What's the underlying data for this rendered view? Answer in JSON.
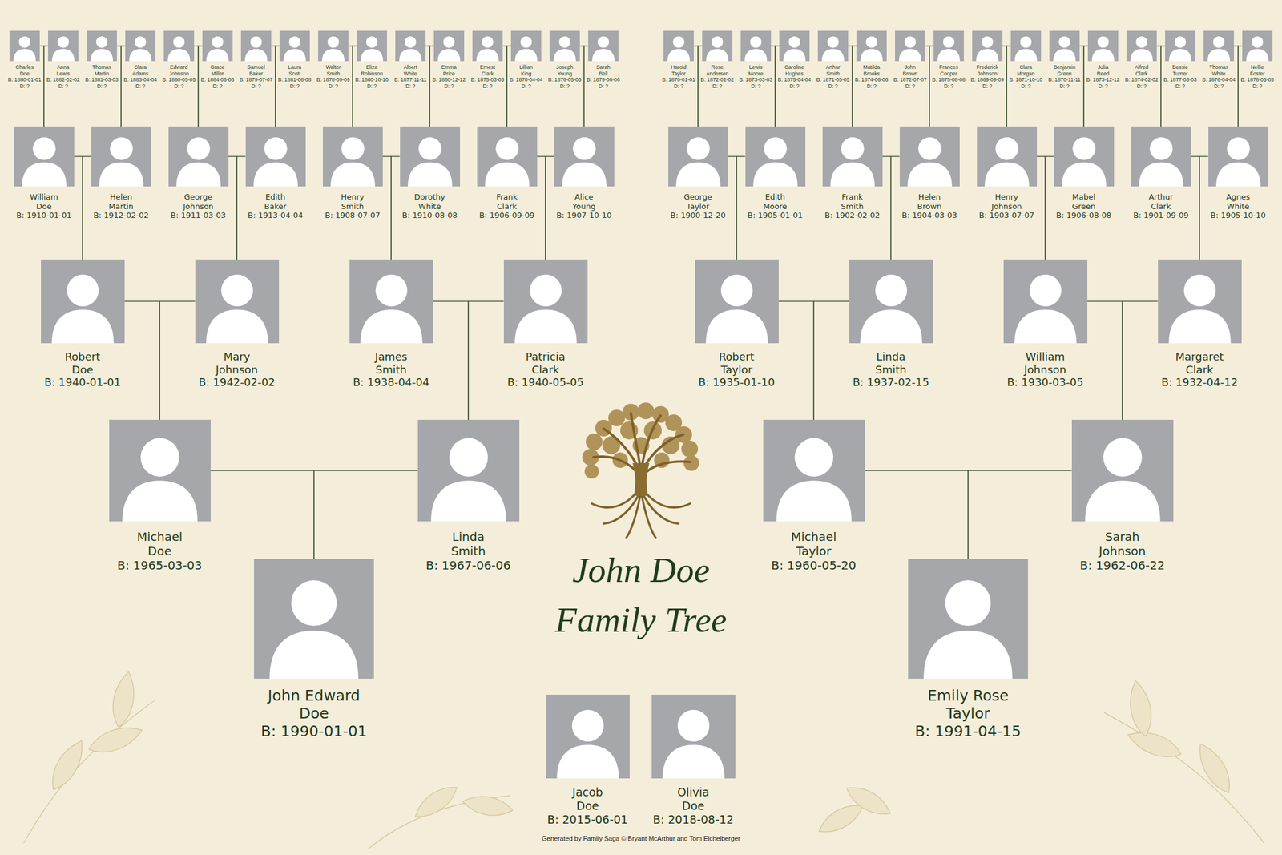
{
  "diagram": {
    "title": "John Doe Family Tree",
    "caption": "Generated by Family Saga © Bryant McArthur and Tom Eichelberger",
    "nodes": [
      {
        "text": [
          "Charles Doe",
          "B: 1880-01-01",
          "D: ?"
        ]
      },
      {
        "text": [
          "Anna Lewis",
          "B: 1882-02-02",
          "D: ?"
        ]
      },
      {
        "text": [
          "Thomas Martin",
          "B: 1881-03-03",
          "D: ?"
        ]
      },
      {
        "text": [
          "Clara Adams",
          "B: 1883-04-04",
          "D: ?"
        ]
      },
      {
        "text": [
          "Edward Johnson",
          "B: 1880-05-05",
          "D: ?"
        ]
      },
      {
        "text": [
          "Grace Miller",
          "B: 1884-06-06",
          "D: ?"
        ]
      },
      {
        "text": [
          "Samuel Baker",
          "B: 1879-07-07",
          "D: ?"
        ]
      },
      {
        "text": [
          "Laura Scott",
          "B: 1881-08-08",
          "D: ?"
        ]
      },
      {
        "text": [
          "Walter Smith",
          "B: 1878-09-09",
          "D: ?"
        ]
      },
      {
        "text": [
          "Eliza Robinson",
          "B: 1880-10-10",
          "D: ?"
        ]
      },
      {
        "text": [
          "Albert White",
          "B: 1877-11-11",
          "D: ?"
        ]
      },
      {
        "text": [
          "Emma Price",
          "B: 1880-12-12",
          "D: ?"
        ]
      },
      {
        "text": [
          "Ernest Clark",
          "B: 1875-03-03",
          "D: ?"
        ]
      },
      {
        "text": [
          "Lillian King",
          "B: 1878-04-04",
          "D: ?"
        ]
      },
      {
        "text": [
          "Joseph Young",
          "B: 1876-05-05",
          "D: ?"
        ]
      },
      {
        "text": [
          "Sarah Bell",
          "B: 1879-06-06",
          "D: ?"
        ]
      },
      {
        "text": [
          "Harold Taylor",
          "B: 1870-01-01",
          "D: ?"
        ]
      },
      {
        "text": [
          "Rose Anderson",
          "B: 1872-02-02",
          "D: ?"
        ]
      },
      {
        "text": [
          "Lewis Moore",
          "B: 1873-03-03",
          "D: ?"
        ]
      },
      {
        "text": [
          "Caroline Hughes",
          "B: 1875-04-04",
          "D: ?"
        ]
      },
      {
        "text": [
          "Arthur Smith",
          "B: 1871-05-05",
          "D: ?"
        ]
      },
      {
        "text": [
          "Matilda Brooks",
          "B: 1874-06-06",
          "D: ?"
        ]
      },
      {
        "text": [
          "John Brown",
          "B: 1872-07-07",
          "D: ?"
        ]
      },
      {
        "text": [
          "Frances Cooper",
          "B: 1875-08-08",
          "D: ?"
        ]
      },
      {
        "text": [
          "Frederick Johnson",
          "B: 1869-09-09",
          "D: ?"
        ]
      },
      {
        "text": [
          "Clara Morgan",
          "B: 1871-10-10",
          "D: ?"
        ]
      },
      {
        "text": [
          "Benjamin Green",
          "B: 1870-11-11",
          "D: ?"
        ]
      },
      {
        "text": [
          "Julia Reed",
          "B: 1873-12-12",
          "D: ?"
        ]
      },
      {
        "text": [
          "Alfred Clark",
          "B: 1874-02-02",
          "D: ?"
        ]
      },
      {
        "text": [
          "Bessie Turner",
          "B: 1877-03-03",
          "D: ?"
        ]
      },
      {
        "text": [
          "Thomas White",
          "B: 1876-04-04",
          "D: ?"
        ]
      },
      {
        "text": [
          "Nellie Foster",
          "B: 1878-05-05",
          "D: ?"
        ]
      },
      {
        "text": [
          "William Doe",
          "B: 1910-01-01"
        ]
      },
      {
        "text": [
          "Helen Martin",
          "B: 1912-02-02"
        ]
      },
      {
        "text": [
          "George Johnson",
          "B: 1911-03-03"
        ]
      },
      {
        "text": [
          "Edith Baker",
          "B: 1913-04-04"
        ]
      },
      {
        "text": [
          "Henry Smith",
          "B: 1908-07-07"
        ]
      },
      {
        "text": [
          "Dorothy White",
          "B: 1910-08-08"
        ]
      },
      {
        "text": [
          "Frank Clark",
          "B: 1906-09-09"
        ]
      },
      {
        "text": [
          "Alice Young",
          "B: 1907-10-10"
        ]
      },
      {
        "text": [
          "George Taylor",
          "B: 1900-12-20"
        ]
      },
      {
        "text": [
          "Edith Moore",
          "B: 1905-01-01"
        ]
      },
      {
        "text": [
          "Frank Smith",
          "B: 1902-02-02"
        ]
      },
      {
        "text": [
          "Helen Brown",
          "B: 1904-03-03"
        ]
      },
      {
        "text": [
          "Henry Johnson",
          "B: 1903-07-07"
        ]
      },
      {
        "text": [
          "Mabel Green",
          "B: 1906-08-08"
        ]
      },
      {
        "text": [
          "Arthur Clark",
          "B: 1901-09-09"
        ]
      },
      {
        "text": [
          "Agnes White",
          "B: 1905-10-10"
        ]
      },
      {
        "text": [
          "Robert Doe",
          "B: 1940-01-01"
        ]
      },
      {
        "text": [
          "Mary Johnson",
          "B: 1942-02-02"
        ]
      },
      {
        "text": [
          "James Smith",
          "B: 1938-04-04"
        ]
      },
      {
        "text": [
          "Patricia Clark",
          "B: 1940-05-05"
        ]
      },
      {
        "text": [
          "Robert Taylor",
          "B: 1935-01-10"
        ]
      },
      {
        "text": [
          "Linda Smith",
          "B: 1937-02-15"
        ]
      },
      {
        "text": [
          "William Johnson",
          "B: 1930-03-05"
        ]
      },
      {
        "text": [
          "Margaret Clark",
          "B: 1932-04-12"
        ]
      },
      {
        "text": [
          "Michael Doe",
          "B: 1965-03-03"
        ]
      },
      {
        "text": [
          "Linda Smith",
          "B: 1967-06-06"
        ]
      },
      {
        "text": [
          "Michael Taylor",
          "B: 1960-05-20"
        ]
      },
      {
        "text": [
          "Sarah Johnson",
          "B: 1962-06-22"
        ]
      },
      {
        "text": [
          "John Edward Doe",
          "B: 1990-01-01"
        ]
      },
      {
        "text": [
          "Emily Rose Taylor",
          "B: 1991-04-15"
        ]
      },
      {
        "text": [
          "Jacob Doe",
          "B: 2015-06-01"
        ]
      },
      {
        "text": [
          "Olivia Doe",
          "B: 2018-08-12"
        ]
      }
    ],
    "edges": [
      {
        "from": 0,
        "to": 32,
        "arrow": "none"
      },
      {
        "from": 1,
        "to": 32,
        "arrow": "none"
      },
      {
        "from": 2,
        "to": 33,
        "arrow": "none"
      },
      {
        "from": 3,
        "to": 33,
        "arrow": "none"
      },
      {
        "from": 4,
        "to": 34,
        "arrow": "none"
      },
      {
        "from": 5,
        "to": 34,
        "arrow": "none"
      },
      {
        "from": 6,
        "to": 35,
        "arrow": "none"
      },
      {
        "from": 7,
        "to": 35,
        "arrow": "none"
      },
      {
        "from": 8,
        "to": 36,
        "arrow": "none"
      },
      {
        "from": 9,
        "to": 36,
        "arrow": "none"
      },
      {
        "from": 10,
        "to": 37,
        "arrow": "none"
      },
      {
        "from": 11,
        "to": 37,
        "arrow": "none"
      },
      {
        "from": 12,
        "to": 38,
        "arrow": "none"
      },
      {
        "from": 13,
        "to": 38,
        "arrow": "none"
      },
      {
        "from": 14,
        "to": 39,
        "arrow": "none"
      },
      {
        "from": 15,
        "to": 39,
        "arrow": "none"
      },
      {
        "from": 16,
        "to": 40,
        "arrow": "none"
      },
      {
        "from": 17,
        "to": 40,
        "arrow": "none"
      },
      {
        "from": 18,
        "to": 41,
        "arrow": "none"
      },
      {
        "from": 19,
        "to": 41,
        "arrow": "none"
      },
      {
        "from": 20,
        "to": 42,
        "arrow": "none"
      },
      {
        "from": 21,
        "to": 42,
        "arrow": "none"
      },
      {
        "from": 22,
        "to": 43,
        "arrow": "none"
      },
      {
        "from": 23,
        "to": 43,
        "arrow": "none"
      },
      {
        "from": 24,
        "to": 44,
        "arrow": "none"
      },
      {
        "from": 25,
        "to": 44,
        "arrow": "none"
      },
      {
        "from": 26,
        "to": 45,
        "arrow": "none"
      },
      {
        "from": 27,
        "to": 45,
        "arrow": "none"
      },
      {
        "from": 28,
        "to": 46,
        "arrow": "none"
      },
      {
        "from": 29,
        "to": 46,
        "arrow": "none"
      },
      {
        "from": 30,
        "to": 47,
        "arrow": "none"
      },
      {
        "from": 31,
        "to": 47,
        "arrow": "none"
      },
      {
        "from": 32,
        "to": 48,
        "arrow": "none"
      },
      {
        "from": 33,
        "to": 48,
        "arrow": "none"
      },
      {
        "from": 34,
        "to": 49,
        "arrow": "none"
      },
      {
        "from": 35,
        "to": 49,
        "arrow": "none"
      },
      {
        "from": 36,
        "to": 50,
        "arrow": "none"
      },
      {
        "from": 37,
        "to": 50,
        "arrow": "none"
      },
      {
        "from": 38,
        "to": 51,
        "arrow": "none"
      },
      {
        "from": 39,
        "to": 51,
        "arrow": "none"
      },
      {
        "from": 40,
        "to": 52,
        "arrow": "none"
      },
      {
        "from": 41,
        "to": 52,
        "arrow": "none"
      },
      {
        "from": 42,
        "to": 53,
        "arrow": "none"
      },
      {
        "from": 43,
        "to": 53,
        "arrow": "none"
      },
      {
        "from": 44,
        "to": 54,
        "arrow": "none"
      },
      {
        "from": 45,
        "to": 54,
        "arrow": "none"
      },
      {
        "from": 46,
        "to": 55,
        "arrow": "none"
      },
      {
        "from": 47,
        "to": 55,
        "arrow": "none"
      },
      {
        "from": 48,
        "to": 56,
        "arrow": "none"
      },
      {
        "from": 49,
        "to": 56,
        "arrow": "none"
      },
      {
        "from": 50,
        "to": 57,
        "arrow": "none"
      },
      {
        "from": 51,
        "to": 57,
        "arrow": "none"
      },
      {
        "from": 52,
        "to": 58,
        "arrow": "none"
      },
      {
        "from": 53,
        "to": 58,
        "arrow": "none"
      },
      {
        "from": 54,
        "to": 59,
        "arrow": "none"
      },
      {
        "from": 55,
        "to": 59,
        "arrow": "none"
      },
      {
        "from": 56,
        "to": 60,
        "arrow": "none"
      },
      {
        "from": 57,
        "to": 60,
        "arrow": "none"
      },
      {
        "from": 58,
        "to": 61,
        "arrow": "none"
      },
      {
        "from": 59,
        "to": 61,
        "arrow": "none"
      }
    ]
  }
}
